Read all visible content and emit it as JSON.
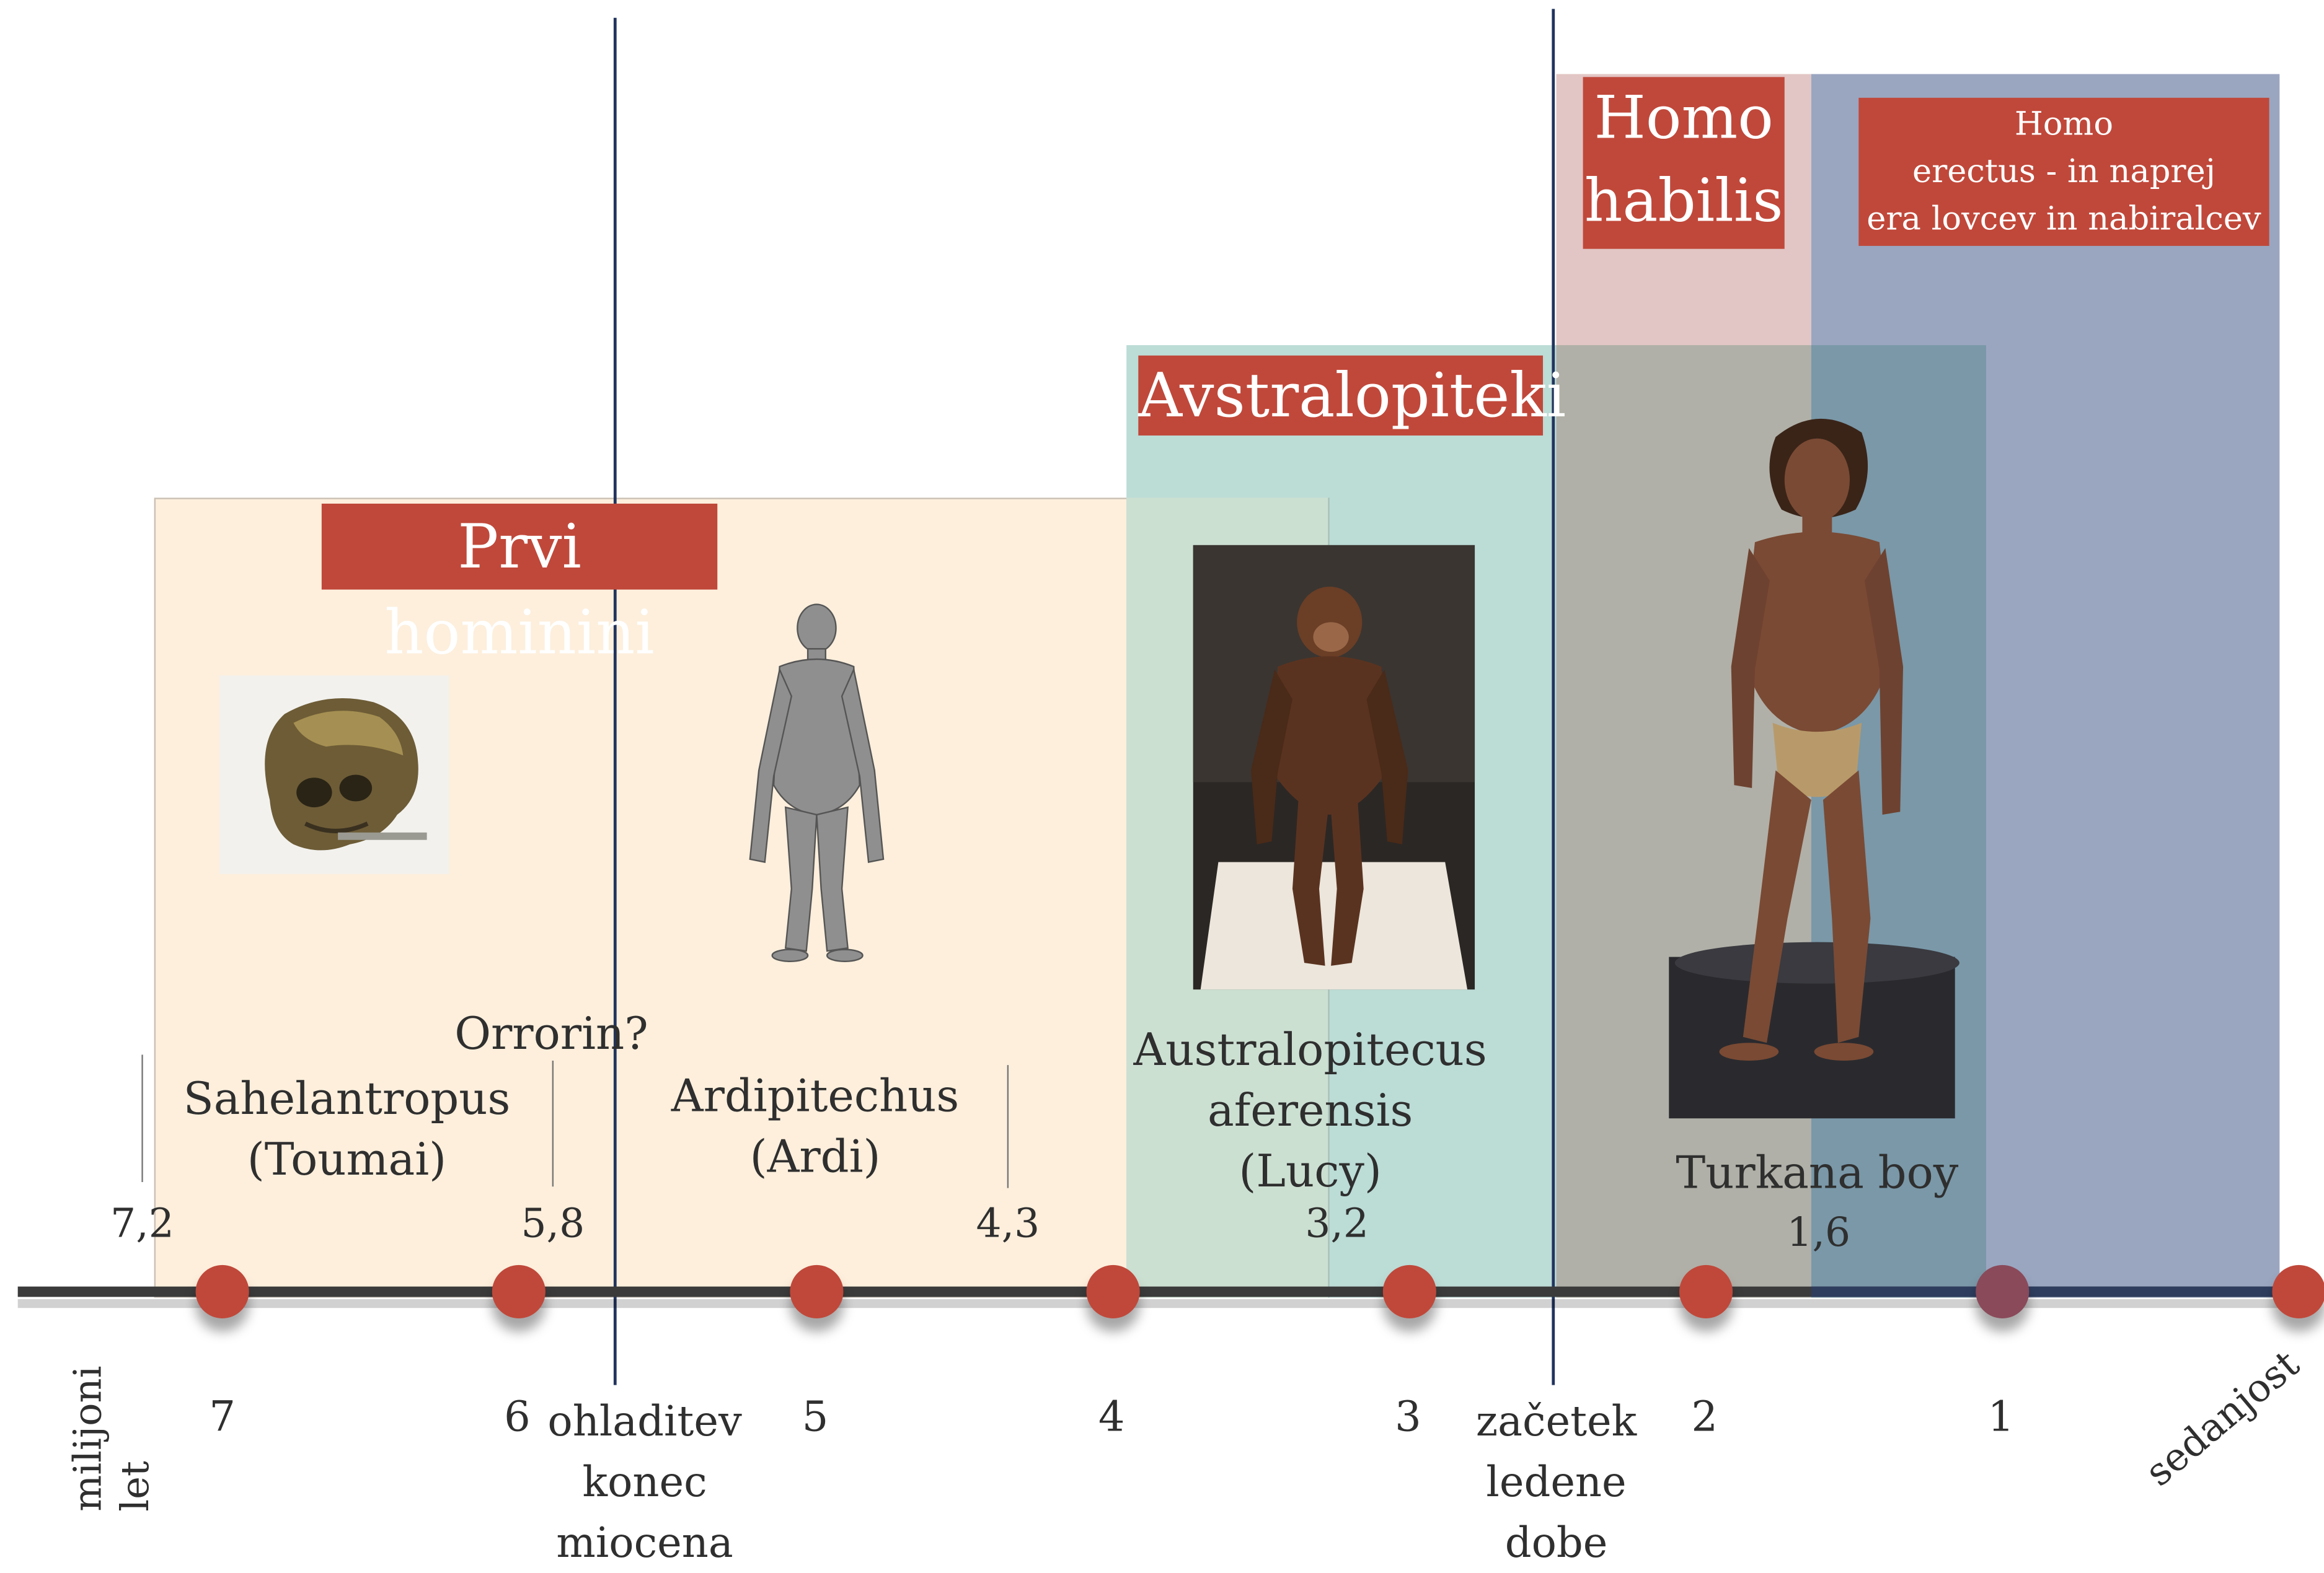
{
  "eras": {
    "prvi": "Prvi hominini",
    "avstralopiteki": "Avstralopiteki",
    "homo_habilis": [
      "Homo",
      "habilis"
    ],
    "homo_erectus": [
      "Homo",
      "erectus - in naprej",
      "era lovcev in nabiralcev"
    ]
  },
  "species": {
    "sahelantropus": [
      "Sahelantropus",
      "(Toumai)"
    ],
    "orrorin": "Orrorin?",
    "ardipitechus": [
      "Ardipitechus",
      "(Ardi)"
    ],
    "australopitecus": [
      "Australopitecus",
      "aferensis",
      "(Lucy)"
    ],
    "turkana": "Turkana boy"
  },
  "dates": {
    "sahelantropus": "7,2",
    "orrorin": "5,8",
    "ardipitechus": "4,3",
    "australopitecus": "3,2",
    "turkana": "1,6"
  },
  "axis": {
    "unit": [
      "milijoni",
      "let"
    ],
    "ticks": [
      "7",
      "6",
      "5",
      "4",
      "3",
      "2",
      "1"
    ],
    "present": "sedanjost"
  },
  "events": {
    "miocene": [
      "ohladitev",
      "konec",
      "miocena"
    ],
    "ice_age": [
      "začetek",
      "ledene",
      "dobe"
    ]
  },
  "colors": {
    "prvi_bg": "#fdefdc",
    "avstralopiteki_bg": "#bcdcd6",
    "habilis_bg": "#e2c6c5",
    "erectus_bg": "#9aa6c0",
    "label_bg": "#c0483a",
    "dot": "#c0483a",
    "axis": "#3b3b3b",
    "event_line": "#22345e"
  }
}
